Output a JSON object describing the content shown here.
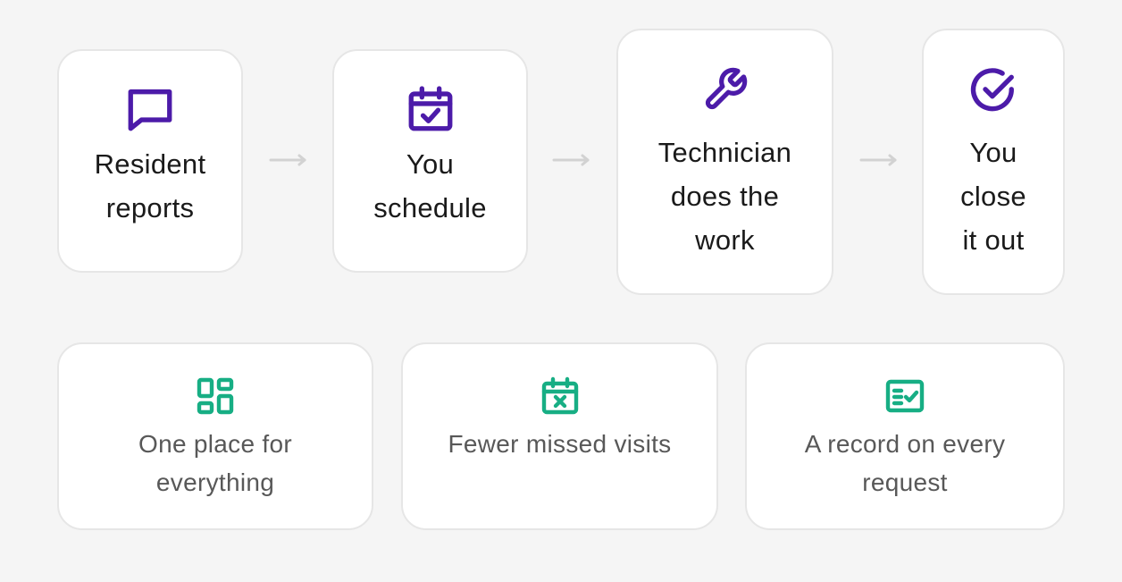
{
  "accent_colors": {
    "purple": "#4c1ba9",
    "green": "#17ae84",
    "arrow": "#d2d2d2"
  },
  "steps": [
    {
      "label": "Resident\nreports",
      "icon": "chat-bubble-icon"
    },
    {
      "label": "You\nschedule",
      "icon": "calendar-check-icon"
    },
    {
      "label": "Technician\ndoes the\nwork",
      "icon": "wrench-icon"
    },
    {
      "label": "You\nclose\nit out",
      "icon": "check-circle-icon"
    }
  ],
  "benefits": [
    {
      "label": "One place for\neverything",
      "icon": "dashboard-grid-icon"
    },
    {
      "label": "Fewer missed visits",
      "icon": "calendar-x-icon"
    },
    {
      "label": "A record on every\nrequest",
      "icon": "checklist-icon"
    }
  ]
}
